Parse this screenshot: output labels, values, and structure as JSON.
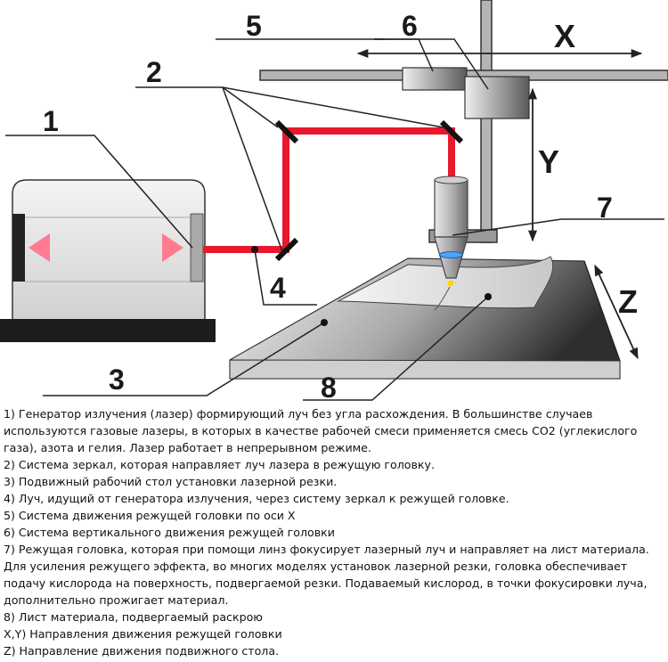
{
  "diagram": {
    "labels": {
      "n1": "1",
      "n2": "2",
      "n3": "3",
      "n4": "4",
      "n5": "5",
      "n6": "6",
      "n7": "7",
      "n8": "8",
      "axis_x": "X",
      "axis_y": "Y",
      "axis_z": "Z"
    },
    "colors": {
      "beam": "#e8192c",
      "mirror": "#222222",
      "line": "#222222",
      "generator_body": "#e6e6e6",
      "generator_base": "#1c1c1c",
      "table_light": "#f4f4f4",
      "table_dark": "#3a3a3a",
      "gantry": "#a8a8a8",
      "head": "#8a8a8a",
      "lens": "#4aa3ff",
      "spark": "#ffd400"
    }
  },
  "legend": {
    "items": [
      "1) Генератор излучения (лазер) формирующий луч без угла расхождения. В большинстве случаев используются газовые лазеры, в которых в качестве рабочей смеси применяется смесь CO2 (углекислого газа), азота и гелия. Лазер работает в непрерывном режиме.",
      "2) Система зеркал, которая направляет луч лазера в режущую головку.",
      "3) Подвижный рабочий стол установки лазерной резки.",
      "4) Луч, идущий от генератора излучения, через систему зеркал к режущей головке.",
      "5) Система движения режущей головки по оси X",
      "6) Система вертикального движения режущей головки",
      "7) Режущая головка, которая при помощи линз фокусирует лазерный луч и направляет на лист материала. Для усиления режущего эффекта, во многих моделях установок лазерной резки, головка обеспечивает подачу кислорода на поверхность, подвергаемой резки. Подаваемый кислород, в точки фокусировки луча, дополнительно прожигает материал.",
      "8) Лист материала, подвергаемый раскрою",
      "X,Y) Направления движения режущей головки",
      "Z) Направление движения подвижного стола."
    ]
  }
}
